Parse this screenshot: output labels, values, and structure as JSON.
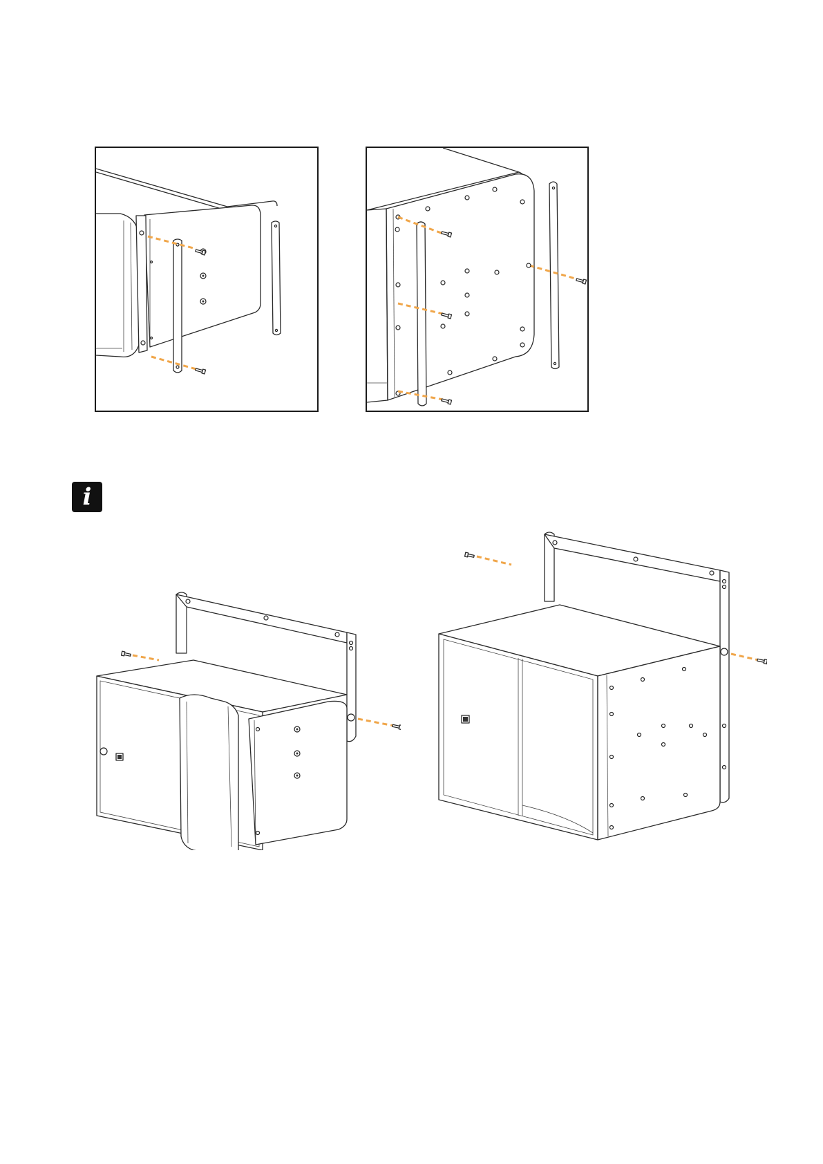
{
  "document": {
    "page_width": 1191,
    "page_height": 1684
  },
  "colors": {
    "guide_line": "#f0a64a",
    "line_art": "#2a2a2a",
    "info_icon_bg": "#111111"
  },
  "icons": {
    "info": {
      "name": "info-icon",
      "glyph": "i"
    }
  },
  "figures": [
    {
      "name": "figure-narrow-cabinet-bracket-closeup"
    },
    {
      "name": "figure-sub-cabinet-bracket-closeup"
    },
    {
      "name": "figure-narrow-cabinet-with-u-bracket"
    },
    {
      "name": "figure-sub-cabinet-with-u-bracket"
    }
  ]
}
